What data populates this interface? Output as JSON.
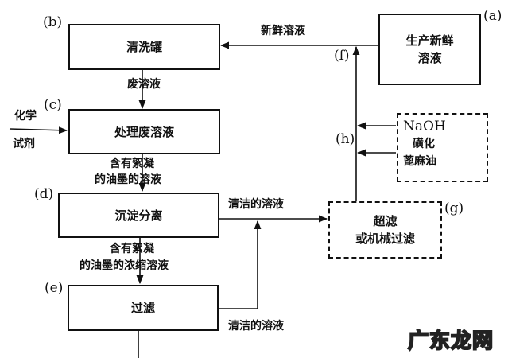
{
  "diagram": {
    "nodes": {
      "a": {
        "tag": "(a)",
        "line1": "生产新鲜",
        "line2": "溶液"
      },
      "b": {
        "tag": "(b)",
        "text": "清洗罐"
      },
      "c": {
        "tag": "(c)",
        "text": "处理废溶液"
      },
      "d": {
        "tag": "(d)",
        "text": "沉淀分离"
      },
      "e": {
        "tag": "(e)",
        "text": "过滤"
      },
      "g": {
        "tag": "(g)",
        "line1": "超滤",
        "line2": "或机械过滤"
      },
      "additives": {
        "line1": "NaOH",
        "line2": "磺化",
        "line3": "蓖麻油"
      }
    },
    "junction_tags": {
      "f": "(f)",
      "h": "(h)"
    },
    "edge_labels": {
      "fresh_solution": "新鲜溶液",
      "waste_solution": "废溶液",
      "chemical_reagent_1": "化学",
      "chemical_reagent_2": "试剂",
      "floc_solution_1": "含有絮凝",
      "floc_solution_2": "的油墨的溶液",
      "floc_conc_1": "含有絮凝",
      "floc_conc_2": "的油墨的浓缩溶液",
      "clean_solution_d": "清洁的溶液",
      "clean_solution_e": "清洁的溶液"
    }
  },
  "watermark": "广东龙网"
}
